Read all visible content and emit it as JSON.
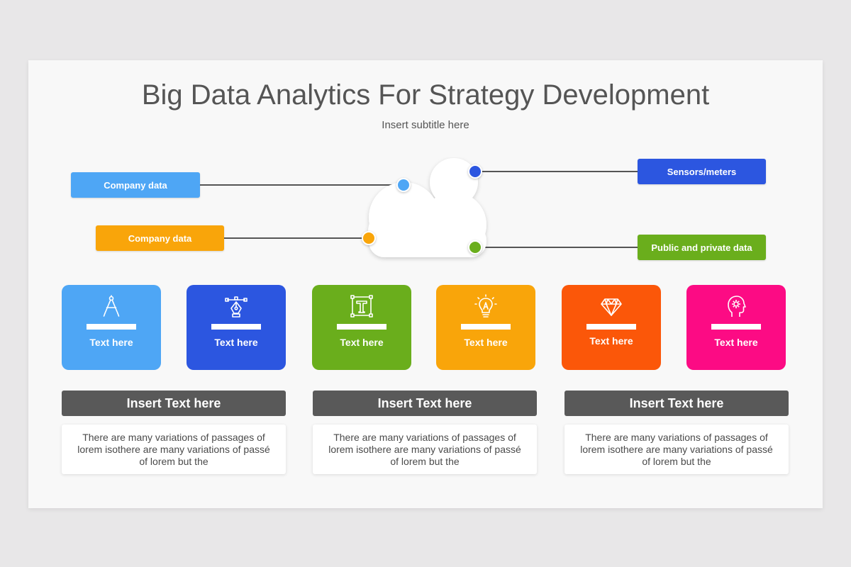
{
  "title": "Big Data Analytics For Strategy Development",
  "subtitle": "Insert subtitle here",
  "sources": {
    "left_top": {
      "label": "Company data",
      "color": "#4ea6f5"
    },
    "left_bottom": {
      "label": "Company data",
      "color": "#f9a50a"
    },
    "right_top": {
      "label": "Sensors/meters",
      "color": "#2c56e0"
    },
    "right_bottom": {
      "label": "Public and private data",
      "color": "#6aae1c"
    }
  },
  "cards": [
    {
      "label": "Text here",
      "color": "#4ea6f5",
      "icon": "compass-icon"
    },
    {
      "label": "Text here",
      "color": "#2c56e0",
      "icon": "pen-tool-icon"
    },
    {
      "label": "Text here",
      "color": "#6aae1c",
      "icon": "text-tool-icon"
    },
    {
      "label": "Text here",
      "color": "#f9a50a",
      "icon": "lightbulb-icon"
    },
    {
      "label": "Text here",
      "color": "#fb5709",
      "icon": "diamond-icon"
    },
    {
      "label": "Text here",
      "color": "#fc0b84",
      "icon": "head-gear-icon"
    }
  ],
  "sections": [
    {
      "heading": "Insert Text here",
      "body": "There are many variations of passages of lorem isothere are many variations of passé of lorem but the"
    },
    {
      "heading": "Insert Text here",
      "body": "There are many variations of passages of lorem isothere are many variations of passé of lorem but the"
    },
    {
      "heading": "Insert Text here",
      "body": "There are many variations of passages of lorem isothere are many variations of passé of lorem but the"
    }
  ]
}
